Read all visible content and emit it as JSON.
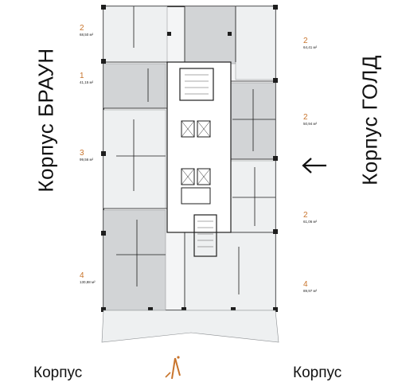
{
  "labels": {
    "left_building": "Корпус БРАУН",
    "right_building": "Корпус ГОЛД",
    "bottom_left": "Корпус",
    "bottom_right": "Корпус"
  },
  "units": [
    {
      "id": "u1",
      "rooms": "2",
      "area": "68,50 м²"
    },
    {
      "id": "u2",
      "rooms": "1",
      "area": "41,15 м²"
    },
    {
      "id": "u3",
      "rooms": "3",
      "area": "99,56 м²"
    },
    {
      "id": "u4",
      "rooms": "4",
      "area": "130,88 м²"
    },
    {
      "id": "u5",
      "rooms": "2",
      "area": "64,41 м²"
    },
    {
      "id": "u6",
      "rooms": "2",
      "area": "50,94 м²"
    },
    {
      "id": "u7",
      "rooms": "2",
      "area": "61,06 м²"
    },
    {
      "id": "u8",
      "rooms": "4",
      "area": "89,97 м²"
    }
  ],
  "colors": {
    "wall": "#1e1e1e",
    "unit_fill": "#d2d4d6",
    "unit_fill_light": "#eef0f1",
    "accent": "#c8742c"
  }
}
